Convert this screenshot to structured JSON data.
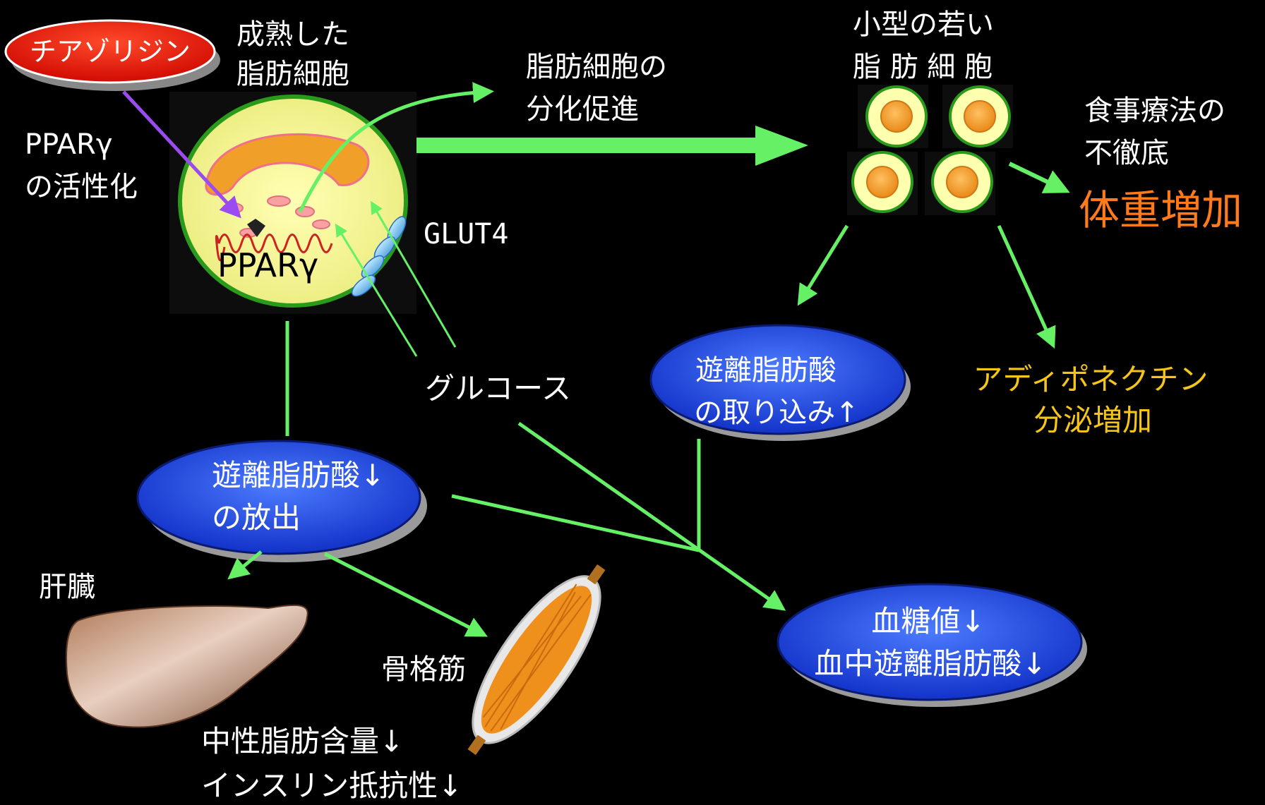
{
  "drug": "チアゾリジン",
  "mature_cell_label": [
    "成熟した",
    "脂肪細胞"
  ],
  "ppar_activation": [
    "PPARγ",
    "の活性化"
  ],
  "ppar_in_cell": "PPARγ",
  "glut4": "GLUT4",
  "differentiation": [
    "脂肪細胞の",
    "分化促進"
  ],
  "small_cells_label": [
    "小型の若い",
    "脂 肪 細 胞"
  ],
  "diet_label": [
    "食事療法の",
    "不徹底"
  ],
  "weight_gain": "体重増加",
  "glucose": "グルコース",
  "ffa_uptake": [
    "遊離脂肪酸",
    "の取り込み↑"
  ],
  "adiponectin": [
    "アディポネクチン",
    "分泌増加"
  ],
  "ffa_release": [
    "遊離脂肪酸↓",
    "の放出"
  ],
  "liver": "肝臓",
  "muscle": "骨格筋",
  "muscle_effects": [
    "中性脂肪含量↓",
    "インスリン抵抗性↓"
  ],
  "blood_result": [
    "血糖値↓",
    "血中遊離脂肪酸↓"
  ],
  "colors": {
    "arrow": "#66f066",
    "drug": "#e0180a",
    "bubble": "#1e42d8",
    "weight_gain": "#ff7a1a",
    "adiponectin": "#f5c518",
    "purple_arrow": "#9a4cf0"
  }
}
